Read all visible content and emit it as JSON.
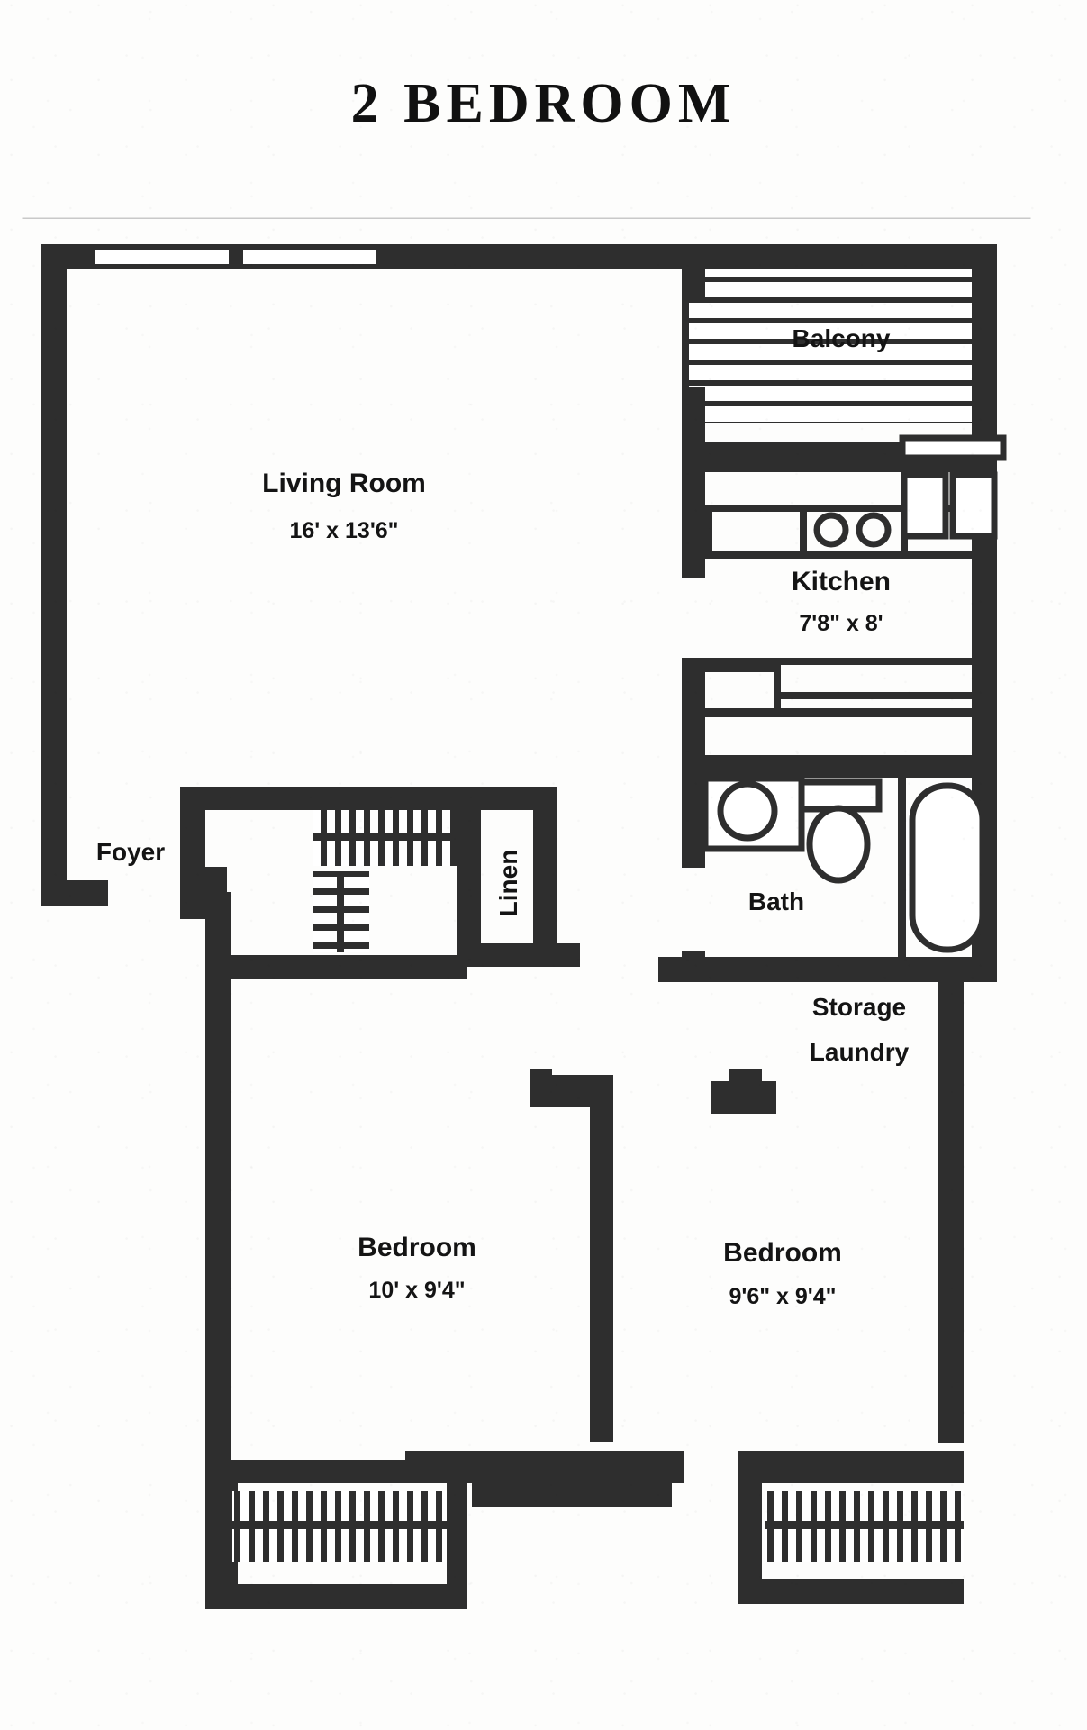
{
  "title": "2 BEDROOM",
  "colors": {
    "wall": "#2e2e2e",
    "paper": "#fdfdfc",
    "ink": "#141414",
    "frame": "#c9c9c9"
  },
  "rooms": [
    {
      "key": "living_room",
      "name": "Living Room",
      "dimensions": "16' x 13'6\""
    },
    {
      "key": "kitchen",
      "name": "Kitchen",
      "dimensions": "7'8\" x 8'"
    },
    {
      "key": "balcony",
      "name": "Balcony",
      "dimensions": ""
    },
    {
      "key": "bath",
      "name": "Bath",
      "dimensions": ""
    },
    {
      "key": "foyer",
      "name": "Foyer",
      "dimensions": ""
    },
    {
      "key": "linen",
      "name": "Linen",
      "dimensions": ""
    },
    {
      "key": "storage",
      "name": "Storage",
      "dimensions": ""
    },
    {
      "key": "laundry",
      "name": "Laundry",
      "dimensions": ""
    },
    {
      "key": "bedroom_1",
      "name": "Bedroom",
      "dimensions": "10' x 9'4\""
    },
    {
      "key": "bedroom_2",
      "name": "Bedroom",
      "dimensions": "9'6\" x 9'4\""
    }
  ],
  "labels": {
    "living_room_name": "Living Room",
    "living_room_dim": "16' x 13'6\"",
    "kitchen_name": "Kitchen",
    "kitchen_dim": "7'8\" x 8'",
    "balcony_name": "Balcony",
    "bath_name": "Bath",
    "foyer_name": "Foyer",
    "linen_name": "Linen",
    "storage_name": "Storage",
    "laundry_name": "Laundry",
    "bedroom1_name": "Bedroom",
    "bedroom1_dim": "10' x 9'4\"",
    "bedroom2_name": "Bedroom",
    "bedroom2_dim": "9'6\" x 9'4\""
  },
  "fixtures": [
    {
      "key": "stove",
      "icon": "stove-icon",
      "room": "kitchen"
    },
    {
      "key": "sink_kitchen",
      "icon": "kitchen-sink-icon",
      "room": "kitchen"
    },
    {
      "key": "counter",
      "icon": "counter-icon",
      "room": "kitchen"
    },
    {
      "key": "sink_bath",
      "icon": "bath-sink-icon",
      "room": "bath"
    },
    {
      "key": "toilet",
      "icon": "toilet-icon",
      "room": "bath"
    },
    {
      "key": "bathtub",
      "icon": "bathtub-icon",
      "room": "bath"
    },
    {
      "key": "closet_hall",
      "icon": "closet-icon",
      "room": "hall"
    },
    {
      "key": "closet_bed1",
      "icon": "closet-icon",
      "room": "bedroom_1"
    },
    {
      "key": "closet_bed2",
      "icon": "closet-icon",
      "room": "bedroom_2"
    },
    {
      "key": "window_lr_1",
      "icon": "window-icon",
      "room": "living_room"
    },
    {
      "key": "window_lr_2",
      "icon": "window-icon",
      "room": "living_room"
    },
    {
      "key": "window_bed1",
      "icon": "window-icon",
      "room": "bedroom_1"
    },
    {
      "key": "window_bed2",
      "icon": "window-icon",
      "room": "bedroom_2"
    }
  ]
}
